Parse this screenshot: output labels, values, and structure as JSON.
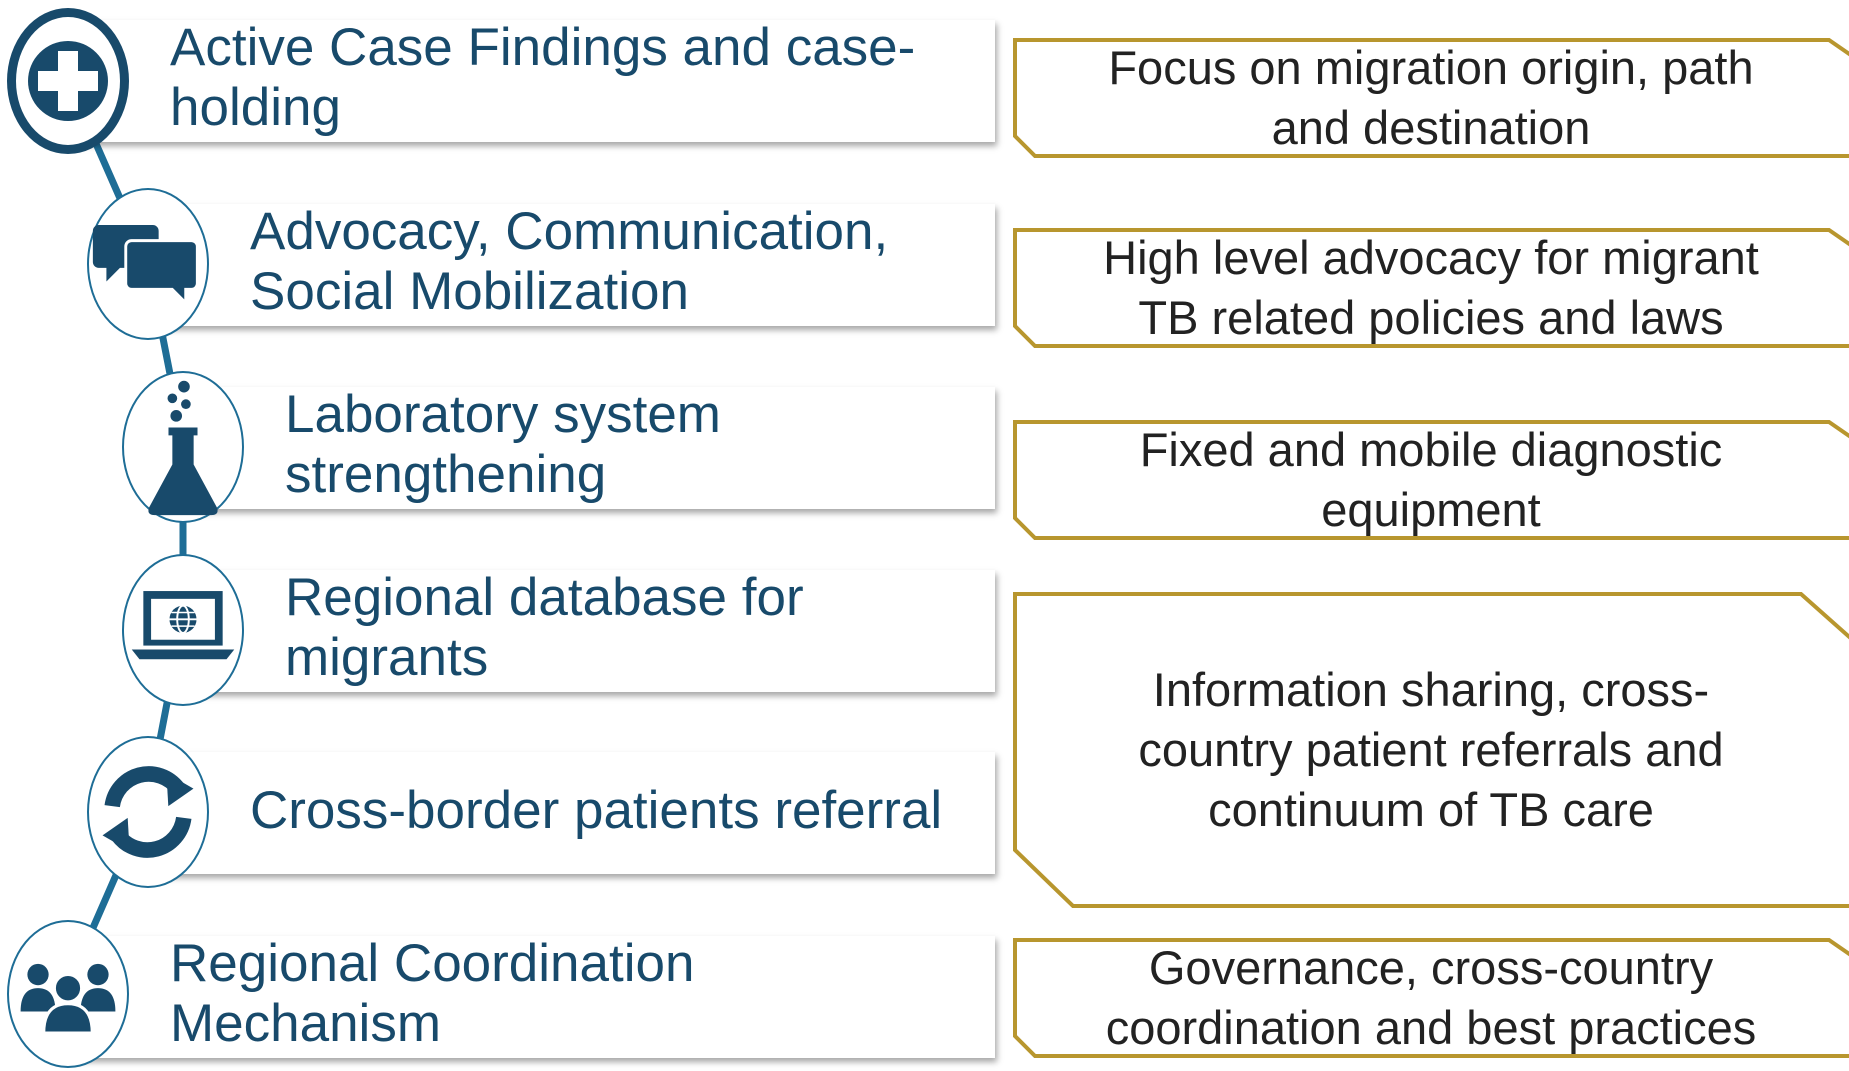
{
  "colors": {
    "primary_navy": "#184a6b",
    "connector_blue": "#1e6d96",
    "gold_outline": "#b8962e",
    "text_dark": "#222222"
  },
  "rows": [
    {
      "label_line1": "Active Case Findings and case-",
      "label_line2": "holding",
      "icon": "medical-cross-icon"
    },
    {
      "label_line1": "Advocacy, Communication,",
      "label_line2": "Social Mobilization",
      "icon": "speech-bubbles-icon"
    },
    {
      "label_line1": "Laboratory system",
      "label_line2": "strengthening",
      "icon": "flask-icon"
    },
    {
      "label_line1": "Regional database for",
      "label_line2": "migrants",
      "icon": "laptop-globe-icon"
    },
    {
      "label_line1": "Cross-border patients referral",
      "label_line2": "",
      "icon": "refresh-arrows-icon"
    },
    {
      "label_line1": "Regional Coordination",
      "label_line2": "Mechanism",
      "icon": "people-group-icon"
    }
  ],
  "outcomes": [
    {
      "line1": "Focus on migration origin, path",
      "line2": "and destination",
      "line3": ""
    },
    {
      "line1": "High level advocacy for migrant",
      "line2": "TB related policies and laws",
      "line3": ""
    },
    {
      "line1": "Fixed and mobile diagnostic",
      "line2": "equipment",
      "line3": ""
    },
    {
      "line1": "Information sharing, cross-",
      "line2": "country patient referrals and",
      "line3": "continuum of TB care"
    },
    {
      "line1": "Governance, cross-country",
      "line2": "coordination and best practices",
      "line3": ""
    }
  ]
}
